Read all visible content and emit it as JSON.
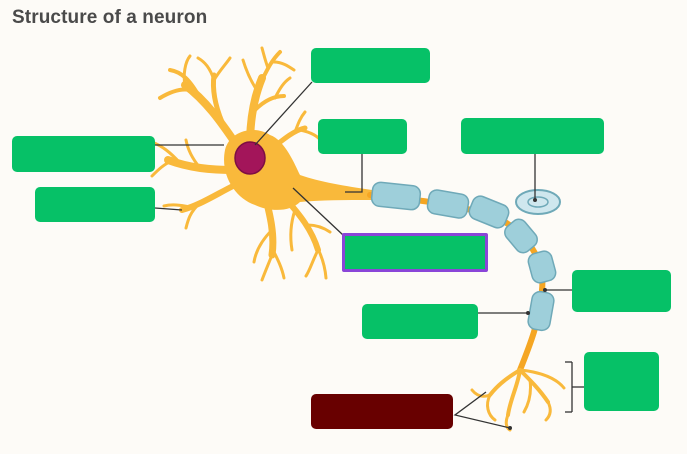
{
  "title": "Structure of a neuron",
  "colors": {
    "label_box": "#06c167",
    "label_box_selected_border": "#8a45d8",
    "label_box_dark": "#680000",
    "neuron_body": "#f9b93b",
    "nucleus": "#a3155a",
    "myelin_sheath": "#9ecfda",
    "axon": "#f5a623"
  },
  "label_boxes": [
    {
      "id": "nucleus",
      "text": ""
    },
    {
      "id": "dendrites",
      "text": ""
    },
    {
      "id": "cell-body",
      "text": ""
    },
    {
      "id": "axon",
      "text": ""
    },
    {
      "id": "schwann-cell",
      "text": ""
    },
    {
      "id": "axon-hillock",
      "text": ""
    },
    {
      "id": "node-of-ranvier",
      "text": ""
    },
    {
      "id": "myelin-sheath",
      "text": ""
    },
    {
      "id": "axon-terminals",
      "text": ""
    },
    {
      "id": "synaptic-terminals",
      "text": ""
    }
  ]
}
